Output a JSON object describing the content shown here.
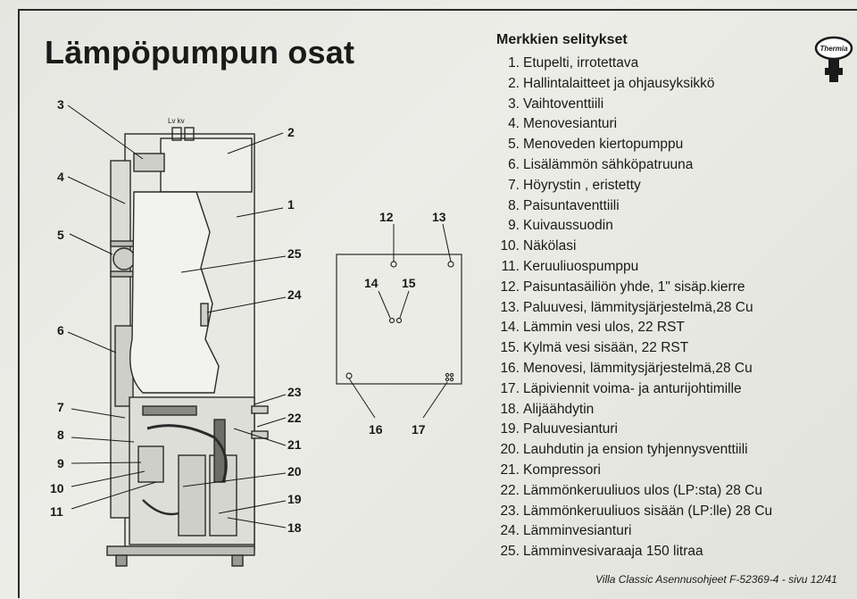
{
  "page": {
    "title": "Lämpöpumpun osat",
    "legend_heading": "Merkkien selitykset",
    "footer": "Villa Classic Asennusohjeet F-52369-4 - sivu 12/41",
    "logo_text": "Thermia",
    "connection_labels": "Lv kv"
  },
  "legend": [
    {
      "num": "1.",
      "text": "Etupelti, irrotettava"
    },
    {
      "num": "2.",
      "text": "Hallintalaitteet ja ohjausyksikkö"
    },
    {
      "num": "3.",
      "text": "Vaihtoventtiili"
    },
    {
      "num": "4.",
      "text": "Menovesianturi"
    },
    {
      "num": "5.",
      "text": "Menoveden kiertopumppu"
    },
    {
      "num": "6.",
      "text": "Lisälämmön sähköpatruuna"
    },
    {
      "num": "7.",
      "text": "Höyrystin , eristetty"
    },
    {
      "num": "8.",
      "text": "Paisuntaventtiili"
    },
    {
      "num": "9.",
      "text": "Kuivaussuodin"
    },
    {
      "num": "10.",
      "text": "Näkölasi"
    },
    {
      "num": "11.",
      "text": "Keruuliuospumppu"
    },
    {
      "num": "12.",
      "text": "Paisuntasäiliön yhde, 1\" sisäp.kierre"
    },
    {
      "num": "13.",
      "text": "Paluuvesi, lämmitysjärjestelmä,28 Cu"
    },
    {
      "num": "14.",
      "text": "Lämmin vesi ulos, 22 RST"
    },
    {
      "num": "15.",
      "text": "Kylmä vesi sisään, 22 RST"
    },
    {
      "num": "16.",
      "text": "Menovesi, lämmitysjärjestelmä,28 Cu"
    },
    {
      "num": "17.",
      "text": "Läpiviennit voima- ja anturijohtimille"
    },
    {
      "num": "18.",
      "text": "Alijäähdytin"
    },
    {
      "num": "19.",
      "text": "Paluuvesianturi"
    },
    {
      "num": "20.",
      "text": "Lauhdutin ja ension tyhjennysventtiili"
    },
    {
      "num": "21.",
      "text": "Kompressori"
    },
    {
      "num": "22.",
      "text": "Lämmönkeruuliuos ulos (LP:sta) 28 Cu"
    },
    {
      "num": "23.",
      "text": "Lämmönkeruuliuos sisään (LP:lle) 28 Cu"
    },
    {
      "num": "24.",
      "text": "Lämminvesianturi"
    },
    {
      "num": "25.",
      "text": "Lämminvesivaraaja 150 litraa"
    }
  ],
  "callouts": {
    "c1": "1",
    "c2": "2",
    "c3": "3",
    "c4": "4",
    "c5": "5",
    "c6": "6",
    "c7": "7",
    "c8": "8",
    "c9": "9",
    "c10": "10",
    "c11": "11",
    "c12": "12",
    "c13": "13",
    "c14": "14",
    "c15": "15",
    "c16": "16",
    "c17": "17",
    "c18": "18",
    "c19": "19",
    "c20": "20",
    "c21": "21",
    "c22": "22",
    "c23": "23",
    "c24": "24",
    "c25": "25"
  }
}
